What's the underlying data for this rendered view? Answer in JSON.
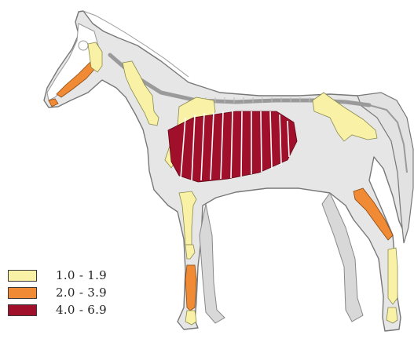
{
  "legend": {
    "items": [
      {
        "label": "1.0 - 1.9",
        "color": "#f8f1a6"
      },
      {
        "label": "2.0 - 3.9",
        "color": "#f08a35"
      },
      {
        "label": "4.0 - 6.9",
        "color": "#a0102a"
      }
    ]
  },
  "colors": {
    "body": "#e6e6e6",
    "outline": "#777777",
    "skeleton": "#ffffff",
    "skeleton_outline": "#9a9a9a"
  }
}
